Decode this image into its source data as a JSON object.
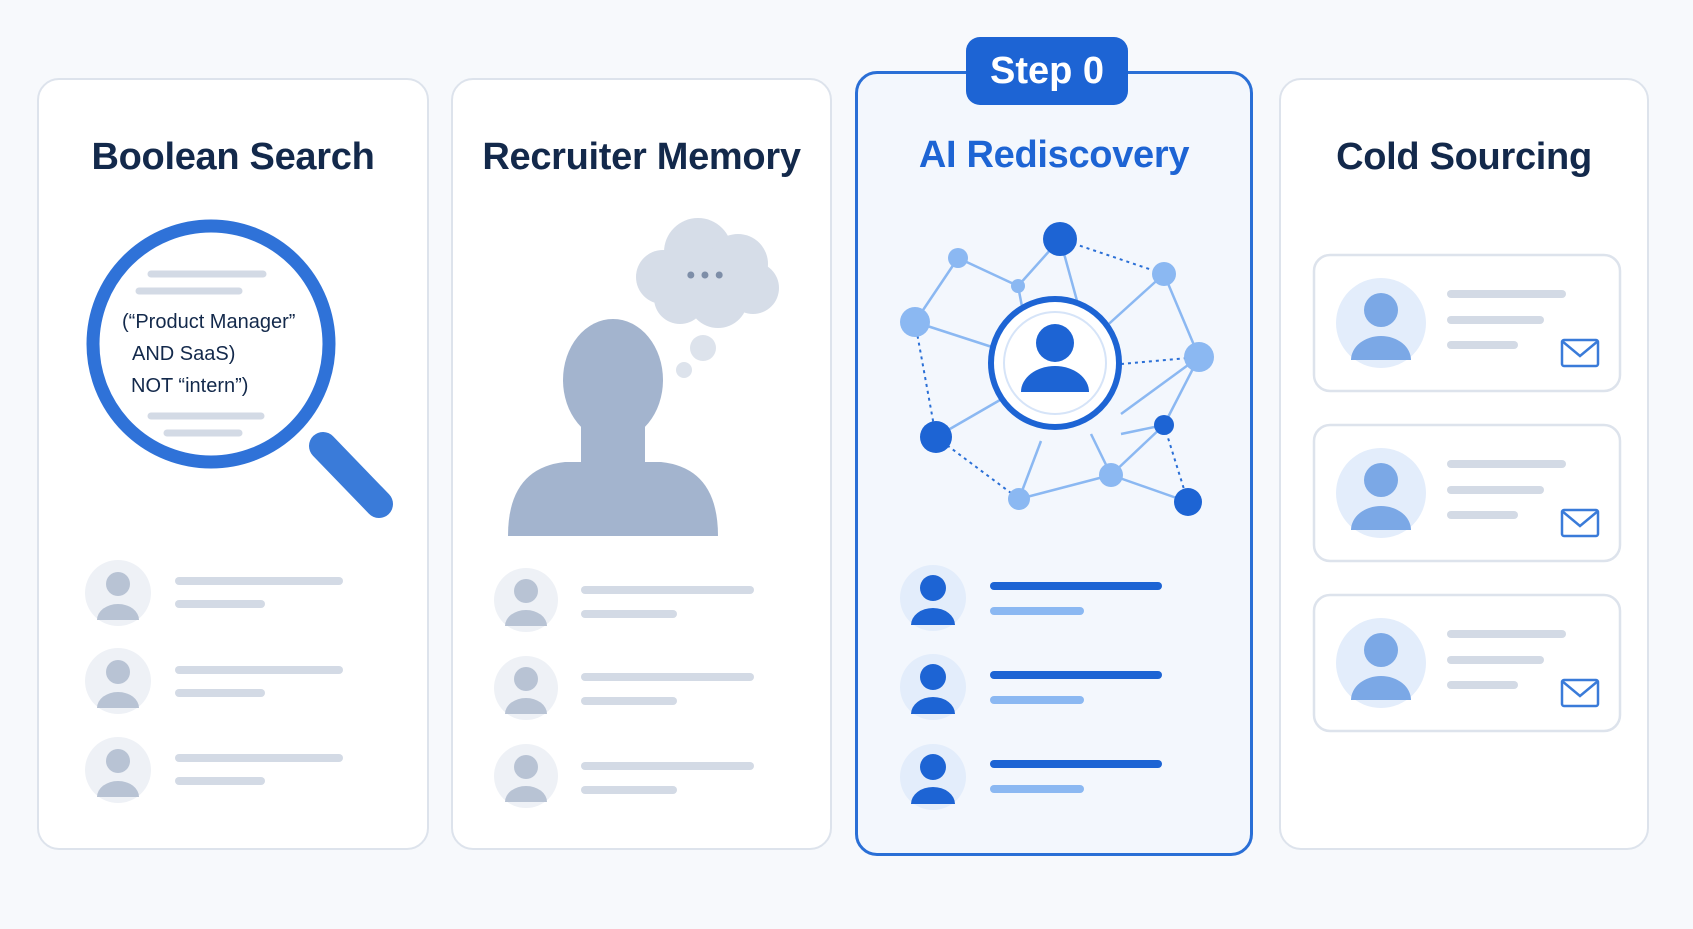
{
  "step_badge": "Step 0",
  "panels": [
    {
      "title": "Boolean Search",
      "query_lines": [
        "(“Product Manager”",
        "AND SaaS)",
        "NOT “intern”)"
      ]
    },
    {
      "title": "Recruiter Memory",
      "thought": "•••"
    },
    {
      "title": "AI Rediscovery"
    },
    {
      "title": "Cold Sourcing"
    }
  ],
  "colors": {
    "accent": "#1d64d4",
    "accent_light": "#8bb8f2",
    "muted": "#a3b4ce",
    "placeholder": "#d3dae5",
    "title": "#13294b"
  },
  "icons": [
    "magnifier-icon",
    "thought-bubble-icon",
    "person-silhouette-icon",
    "network-graph-icon",
    "avatar-icon",
    "mail-icon"
  ]
}
